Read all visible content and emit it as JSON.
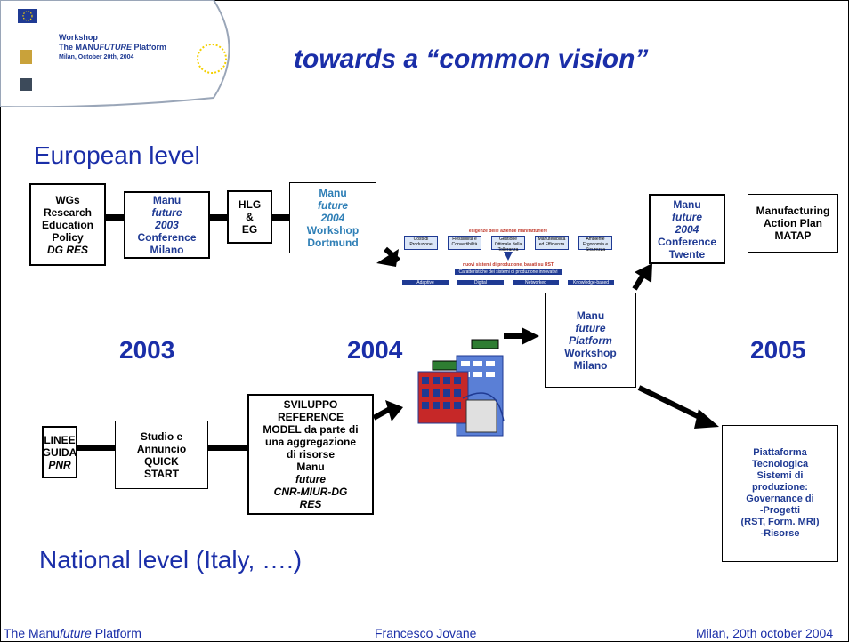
{
  "header": {
    "title_line1": "Workshop",
    "title_line2_pre": "The MANU",
    "title_line2_ital": "FUTURE",
    "title_line2_post": " Platform",
    "title_line3": "Milan, October 20th, 2004",
    "slide_title": "towards a “common vision”"
  },
  "levels": {
    "european": "European level",
    "national": "National level (Italy, ….)"
  },
  "years": {
    "y2003": "2003",
    "y2004": "2004",
    "y2005": "2005"
  },
  "boxes": {
    "wgs": [
      "WGs",
      "Research",
      "Education",
      "Policy",
      "DG RES"
    ],
    "m2003": [
      "Manu",
      "future",
      "2003",
      "Conference",
      "Milano"
    ],
    "hlg": [
      "HLG",
      "&",
      "EG"
    ],
    "m2004d": [
      "Manu",
      "future",
      "2004",
      "Workshop",
      "Dortmund"
    ],
    "m2004t": [
      "Manu",
      "future",
      "2004",
      "Conference",
      "Twente"
    ],
    "matap": [
      "Manufacturing",
      "Action Plan",
      "MATAP"
    ],
    "platform": [
      "Manu",
      "future",
      "Platform",
      "Workshop",
      "Milano"
    ],
    "linee": [
      "LINEE",
      "GUIDA",
      "PNR"
    ],
    "studio": [
      "Studio e",
      "Annuncio",
      "QUICK",
      "START"
    ],
    "sviluppo": [
      "SVILUPPO",
      "REFERENCE",
      "MODEL da parte di",
      "una aggregazione",
      "di risorse",
      "Manu",
      "future",
      "CNR-MIUR-DG",
      "RES"
    ],
    "piattaforma": [
      "Piattaforma",
      "Tecnologica",
      "Sistemi di",
      "produzione:",
      "Governance di",
      "-Progetti",
      "(RST, Form. MRI)",
      "-Risorse"
    ]
  },
  "diagram_small": {
    "top_label": "esigenze delle aziende manifatturiere",
    "items": [
      "Costi di Produzione",
      "Flessibilità e Convertibilità",
      "Gestione Ottimale della Tolleranza",
      "Manutenibilità ed Efficienza",
      "Ambiente Ergonomia e Sicurezza"
    ],
    "middle_label": "nuovi sistemi di produzione, basati su RST",
    "sub_label": "Caratteristiche dei sistemi di produzione innovativi",
    "bottom": [
      "Adaptive",
      "Digital",
      "Networked",
      "Knowledge-based"
    ]
  },
  "footer": {
    "left_pre": "The Manu",
    "left_ital": "future",
    "left_post": " Platform",
    "center": "Francesco Jovane",
    "right": "Milan, 20th october 2004"
  },
  "colors": {
    "navy": "#1a2ea8",
    "blue": "#2f7fb6",
    "dark_navy": "#1f3a93"
  }
}
